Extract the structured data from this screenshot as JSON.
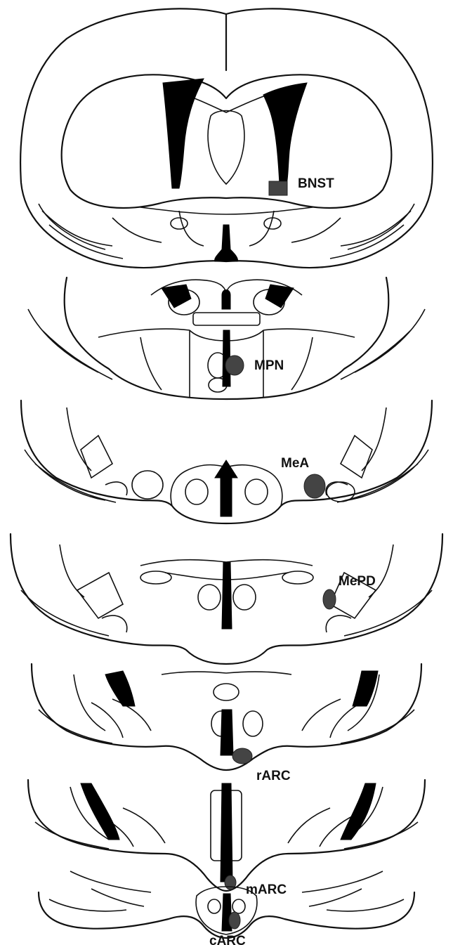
{
  "labels": {
    "bnst": "BNST",
    "mpn": "MPN",
    "mea": "MeA",
    "mepd": "MePD",
    "rarc": "rARC",
    "marc": "mARC",
    "carc": "cARC"
  },
  "colors": {
    "outline": "#111111",
    "ventricle": "#000000",
    "region_fill": "#444444",
    "background": "#ffffff"
  }
}
